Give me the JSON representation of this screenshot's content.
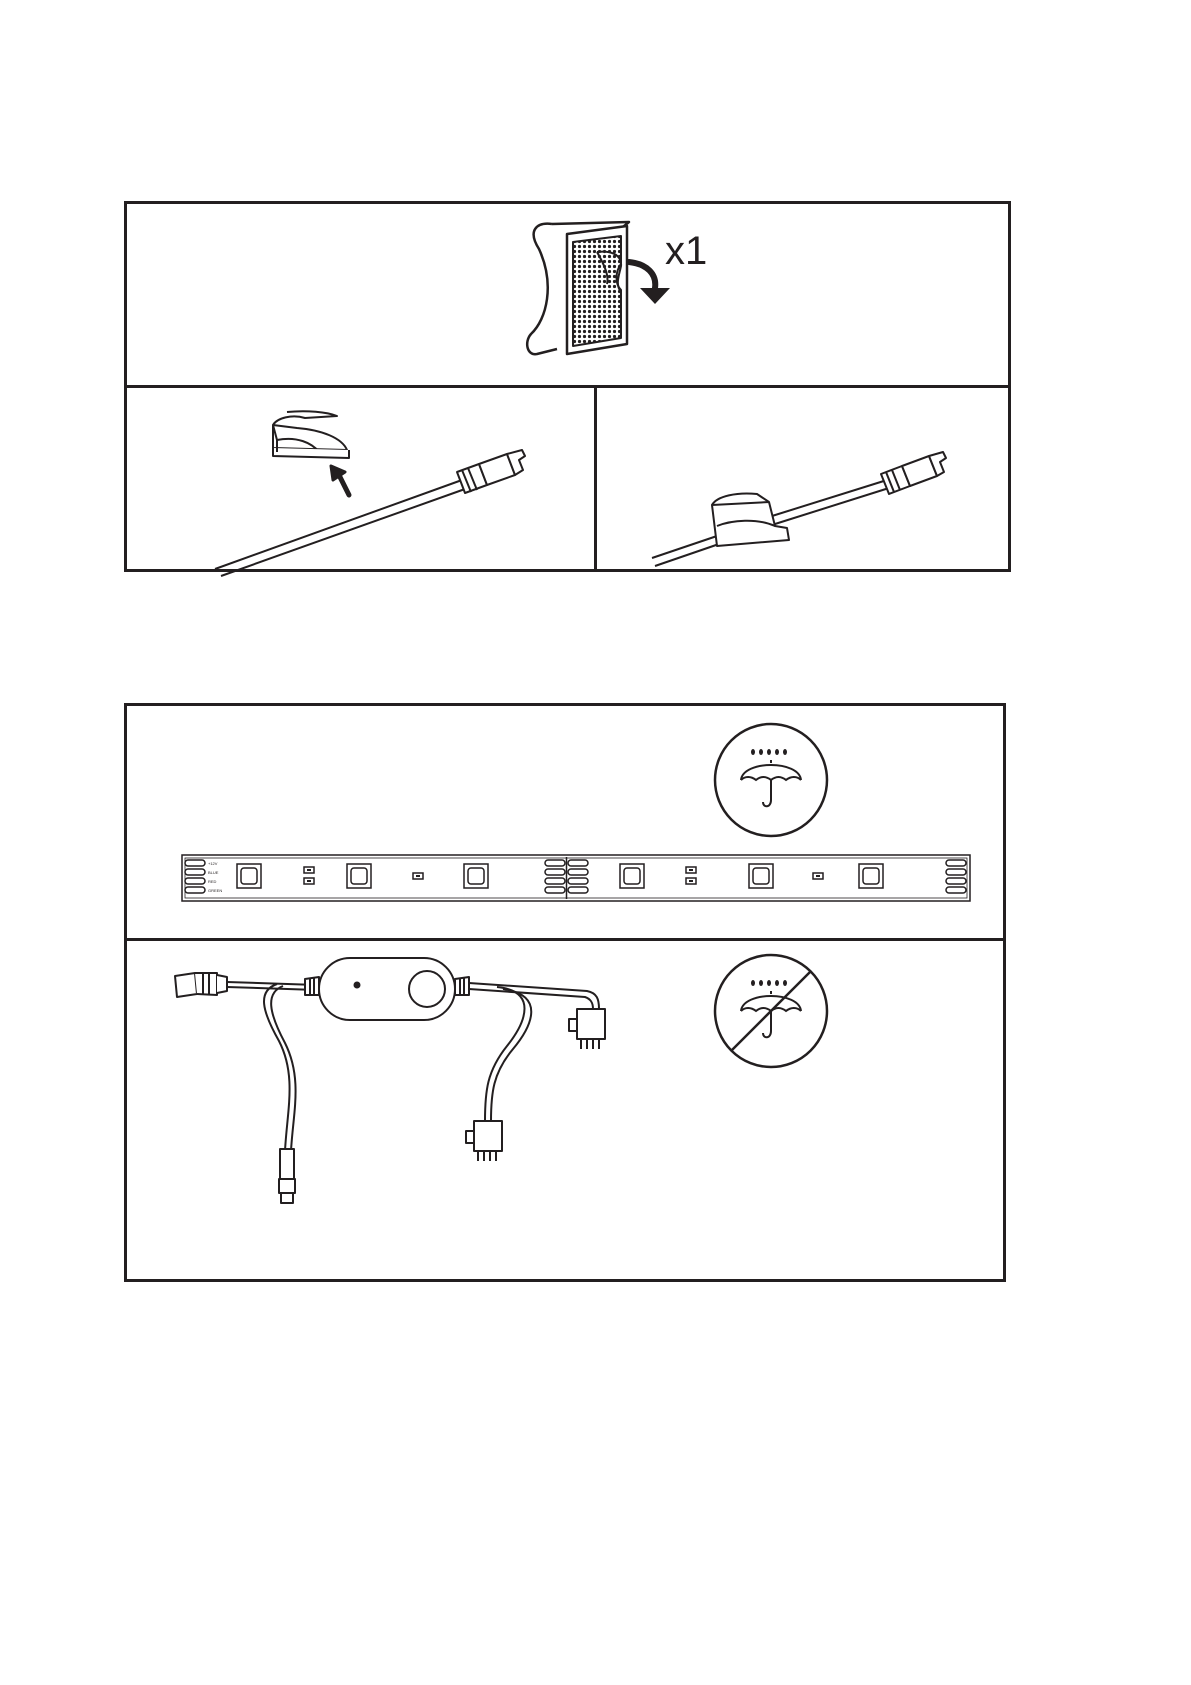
{
  "step1": {
    "quantity_label": "x1"
  },
  "step2": {
    "strip_pad_labels": [
      "+12V",
      "BLUE",
      "RED",
      "GREEN"
    ]
  },
  "colors": {
    "line": "#231f20",
    "background": "#ffffff"
  },
  "icons": [
    "adhesive-clip-icon",
    "peel-arrow-icon",
    "cable-clip-icon",
    "up-arrow-icon",
    "umbrella-rain-icon",
    "no-umbrella-rain-icon"
  ]
}
